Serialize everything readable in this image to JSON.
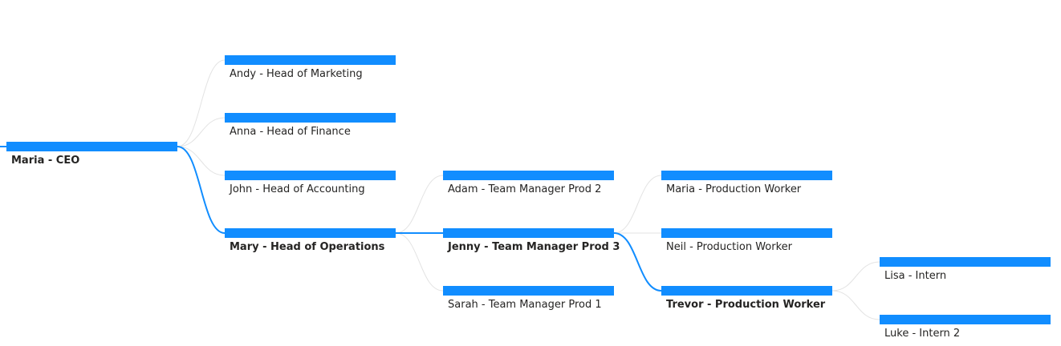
{
  "colors": {
    "bar": "#118dff",
    "active_link": "#118dff",
    "inactive_link": "#e3e3e3",
    "label_text": "#252423"
  },
  "nodes": [
    {
      "id": "maria-ceo",
      "label": "Maria - CEO",
      "parent": null,
      "on_path": true
    },
    {
      "id": "andy",
      "label": "Andy - Head of Marketing",
      "parent": "maria-ceo",
      "on_path": false
    },
    {
      "id": "anna",
      "label": "Anna - Head of Finance",
      "parent": "maria-ceo",
      "on_path": false
    },
    {
      "id": "john",
      "label": "John - Head of Accounting",
      "parent": "maria-ceo",
      "on_path": false
    },
    {
      "id": "mary",
      "label": "Mary - Head of Operations",
      "parent": "maria-ceo",
      "on_path": true
    },
    {
      "id": "adam",
      "label": "Adam - Team Manager Prod 2",
      "parent": "mary",
      "on_path": false
    },
    {
      "id": "jenny",
      "label": "Jenny - Team Manager Prod 3",
      "parent": "mary",
      "on_path": true
    },
    {
      "id": "sarah",
      "label": "Sarah - Team Manager Prod 1",
      "parent": "mary",
      "on_path": false
    },
    {
      "id": "maria-pw",
      "label": "Maria - Production Worker",
      "parent": "jenny",
      "on_path": false
    },
    {
      "id": "neil",
      "label": "Neil - Production Worker",
      "parent": "jenny",
      "on_path": false
    },
    {
      "id": "trevor",
      "label": "Trevor - Production Worker",
      "parent": "jenny",
      "on_path": true
    },
    {
      "id": "lisa",
      "label": "Lisa - Intern",
      "parent": "trevor",
      "on_path": false
    },
    {
      "id": "luke",
      "label": "Luke - Intern 2",
      "parent": "trevor",
      "on_path": false
    }
  ]
}
